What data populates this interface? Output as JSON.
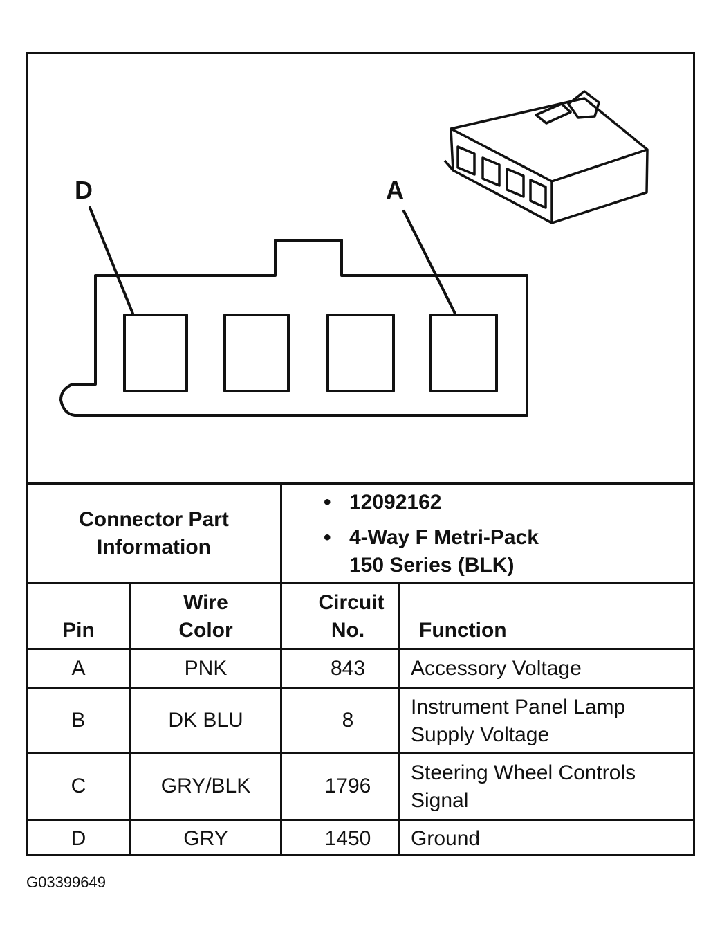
{
  "diagram": {
    "pin_label_left": "D",
    "pin_label_right": "A"
  },
  "part_info": {
    "label_line1": "Connector Part",
    "label_line2": "Information",
    "bullet": "•",
    "part_number": "12092162",
    "description_line1": "4-Way F Metri-Pack",
    "description_line2": "150 Series (BLK)"
  },
  "table": {
    "headers": {
      "pin": "Pin",
      "wire_color_line1": "Wire",
      "wire_color_line2": "Color",
      "circuit_line1": "Circuit",
      "circuit_line2": "No.",
      "function": "Function"
    },
    "rows": [
      {
        "pin": "A",
        "wire": "PNK",
        "circuit": "843",
        "function_line1": "Accessory Voltage",
        "function_line2": ""
      },
      {
        "pin": "B",
        "wire": "DK BLU",
        "circuit": "8",
        "function_line1": "Instrument Panel Lamp",
        "function_line2": "Supply Voltage"
      },
      {
        "pin": "C",
        "wire": "GRY/BLK",
        "circuit": "1796",
        "function_line1": "Steering Wheel Controls",
        "function_line2": "Signal"
      },
      {
        "pin": "D",
        "wire": "GRY",
        "circuit": "1450",
        "function_line1": "Ground",
        "function_line2": ""
      }
    ]
  },
  "figure_id": "G03399649"
}
